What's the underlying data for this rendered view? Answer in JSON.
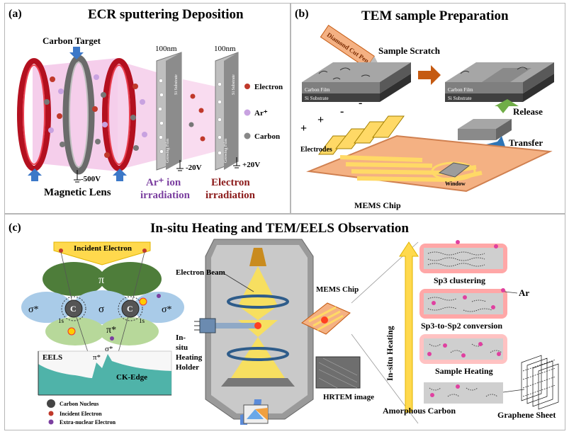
{
  "panel_a": {
    "tag": "(a)",
    "title": "ECR sputtering Deposition",
    "carbon_target": "Carbon Target",
    "magnetic_lens": "Magnetic Lens",
    "bias_neg500": "-500V",
    "film1_thickness": "100nm",
    "film2_thickness": "100nm",
    "si_substrate": "Si Substrate",
    "growing_film": "Growing Film",
    "bias_neg20": "-20V",
    "bias_pos20": "+20V",
    "ar_ion_line1": "Ar⁺ ion",
    "ar_ion_line2": "irradiation",
    "electron_line1": "Electron",
    "electron_line2": "irradiation",
    "legend": [
      "Electron",
      "Ar⁺",
      "Carbon"
    ],
    "colors": {
      "ring": "#c8102e",
      "pink_field": "#f3c6e8",
      "ar_text": "#7b3fa0",
      "electron_text": "#8b1a1a"
    }
  },
  "panel_b": {
    "tag": "(b)",
    "title": "TEM sample Preparation",
    "diamond_pen": "Diamond Cut Pen",
    "sample_scratch": "Sample Scratch",
    "carbon_film": "Carbon Film",
    "si_substrate": "Si Substrate",
    "release": "Release",
    "transfer": "Transfer",
    "electrodes": "Electrodes",
    "window": "Window",
    "mems_chip": "MEMS Chip",
    "signs": [
      "+",
      "+",
      "-",
      "-"
    ],
    "colors": {
      "chip": "#f4b183",
      "trace": "#ffd966",
      "arrow_orange": "#c55a11",
      "arrow_green": "#70ad47",
      "arrow_blue": "#2e75b6"
    }
  },
  "panel_c": {
    "tag": "(c)",
    "title": "In-situ Heating and TEM/EELS Observation",
    "incident_electron": "Incident Electron",
    "pi": "π",
    "sigma": "σ",
    "sigma_star": "σ*",
    "pi_star": "π*",
    "nucleus": "C",
    "orbital_1s": "1s",
    "eels_label": "EELS",
    "ck_edge": "CK-Edge",
    "legend": [
      "Carbon Nucleus",
      "Incident Electron",
      "Extra-nuclear Electron"
    ],
    "electron_beam": "Electron Beam",
    "mems_chip": "MEMS Chip",
    "holder_lines": [
      "In-",
      "situ",
      "Heating",
      "Holder"
    ],
    "hrtem": "HRTEM image",
    "in_situ_heating": "In-situ Heating",
    "sp3_clustering": "Sp3 clustering",
    "ar": "Ar",
    "sp3_sp2": "Sp3-to-Sp2 conversion",
    "sample_heating": "Sample Heating",
    "amorphous_carbon": "Amorphous Carbon",
    "graphene_sheet": "Graphene Sheet",
    "colors": {
      "green_lobe": "#4e7d3a",
      "blue_lobe": "#a9cbe8",
      "eels_fill": "#4fb3a9",
      "column": "#9a9a9a",
      "beam": "#ffe34d",
      "glow": "#ff2020"
    }
  }
}
